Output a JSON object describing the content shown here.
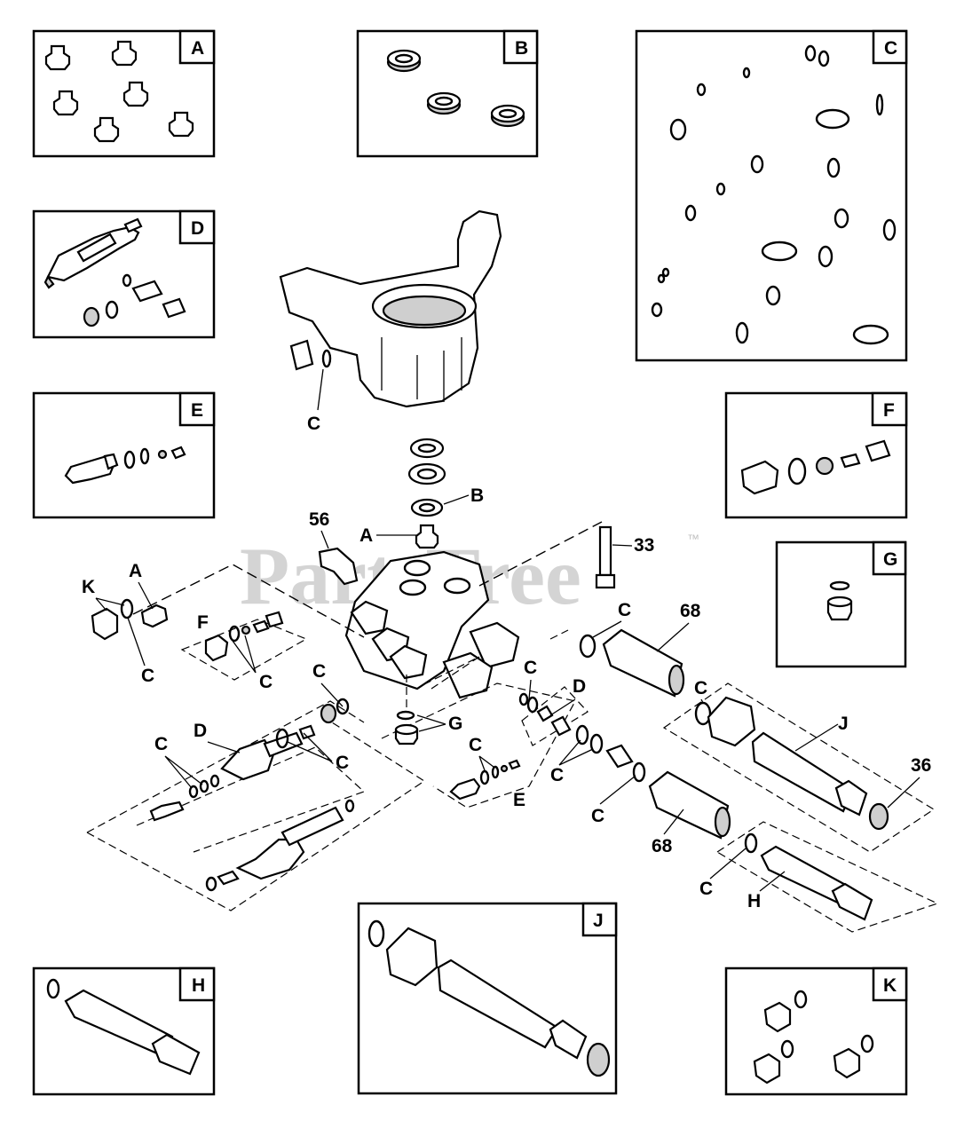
{
  "watermark": {
    "text": "PartsTree",
    "trademark": "™"
  },
  "panels": [
    {
      "id": "A",
      "label": "A"
    },
    {
      "id": "B",
      "label": "B"
    },
    {
      "id": "C",
      "label": "C"
    },
    {
      "id": "D",
      "label": "D"
    },
    {
      "id": "E",
      "label": "E"
    },
    {
      "id": "F",
      "label": "F"
    },
    {
      "id": "G",
      "label": "G"
    },
    {
      "id": "H",
      "label": "H"
    },
    {
      "id": "J",
      "label": "J"
    },
    {
      "id": "K",
      "label": "K"
    }
  ],
  "callouts": {
    "c_housing": "C",
    "b_seal": "B",
    "a_valve": "A",
    "n56": "56",
    "n33": "33",
    "a_left": "A",
    "k_left": "K",
    "c_left": "C",
    "f_mid": "F",
    "c_f": "C",
    "c_top": "C",
    "c_d1": "C",
    "d_mid": "D",
    "c_d2": "C",
    "g_mid": "G",
    "c_e": "C",
    "e_mid": "E",
    "c_right1": "C",
    "d_right": "D",
    "c_right2": "C",
    "c_right3": "C",
    "c_68a": "C",
    "n68a": "68",
    "c_68b": "C",
    "n68b": "68",
    "j_mid": "J",
    "n36": "36",
    "c_h": "C",
    "h_mid": "H"
  }
}
